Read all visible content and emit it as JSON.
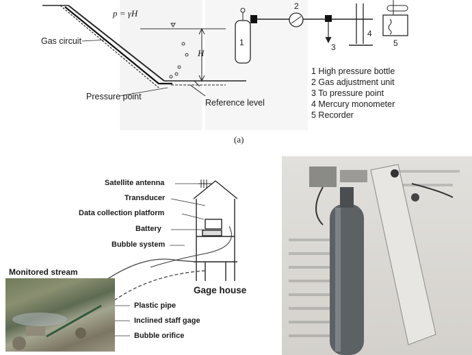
{
  "panel_a": {
    "equation": "p = γH",
    "height_symbol": "H",
    "labels": {
      "gas_circuit": "Gas circuit",
      "pressure_point": "Pressure point",
      "reference_level": "Reference level"
    },
    "numbers": [
      "1",
      "2",
      "3",
      "4",
      "5"
    ],
    "arrow_label": "3",
    "legend": [
      "1 High pressure bottle",
      "2 Gas adjustment unit",
      "3 To pressure point",
      "4 Mercury monometer",
      "5 Recorder"
    ],
    "caption": "(a)"
  },
  "panel_b": {
    "labels": {
      "satellite_antenna": "Satellite antenna",
      "transducer": "Transducer",
      "data_collection_platform": "Data collection platform",
      "battery": "Battery",
      "bubble_system": "Bubble system",
      "gage_house": "Gage house",
      "monitored_stream": "Monitored stream",
      "plastic_pipe": "Plastic pipe",
      "inclined_staff_gage": "Inclined staff gage",
      "bubble_orifice": "Bubble orifice"
    }
  }
}
